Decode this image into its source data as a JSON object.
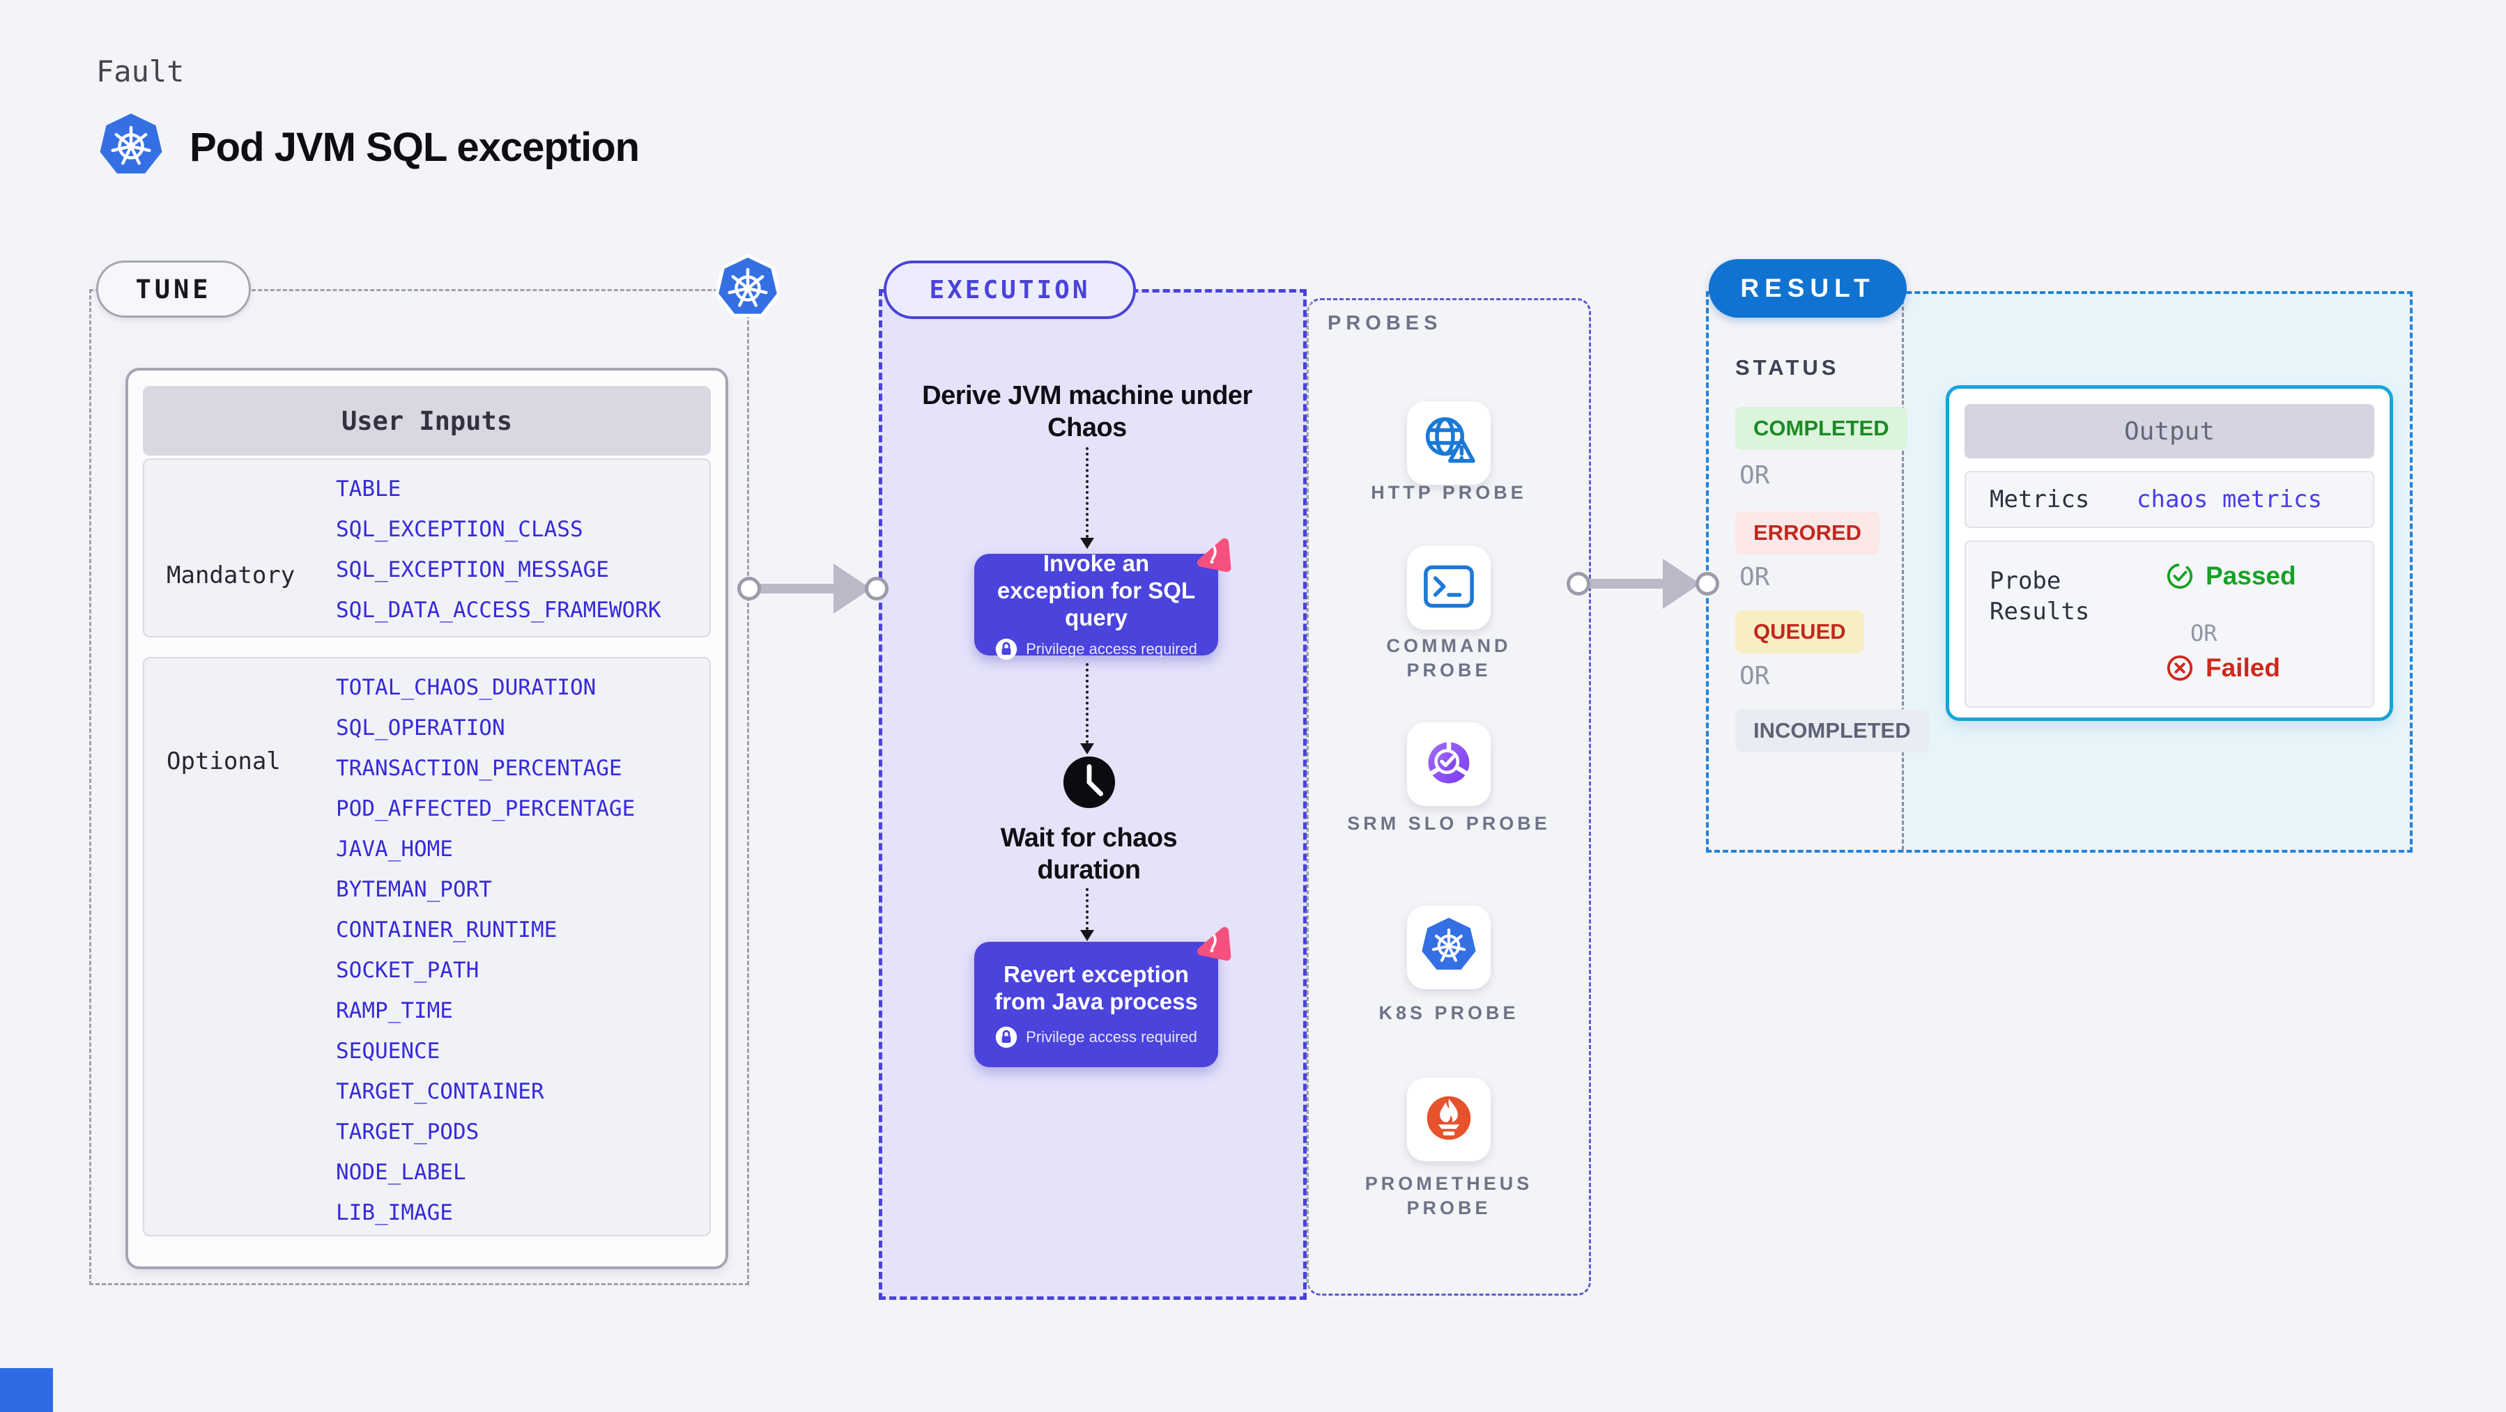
{
  "header": {
    "eyebrow": "Fault",
    "title": "Pod JVM SQL exception"
  },
  "tune": {
    "pill": "TUNE",
    "table": {
      "header": "User Inputs",
      "sections": [
        {
          "label": "Mandatory",
          "items": [
            "TABLE",
            "SQL_EXCEPTION_CLASS",
            "SQL_EXCEPTION_MESSAGE",
            "SQL_DATA_ACCESS_FRAMEWORK"
          ]
        },
        {
          "label": "Optional",
          "items": [
            "TOTAL_CHAOS_DURATION",
            "SQL_OPERATION",
            "TRANSACTION_PERCENTAGE",
            "POD_AFFECTED_PERCENTAGE",
            "JAVA_HOME",
            "BYTEMAN_PORT",
            "CONTAINER_RUNTIME",
            "SOCKET_PATH",
            "RAMP_TIME",
            "SEQUENCE",
            "TARGET_CONTAINER",
            "TARGET_PODS",
            "NODE_LABEL",
            "LIB_IMAGE"
          ]
        }
      ]
    }
  },
  "execution": {
    "pill": "EXECUTION",
    "step1": "Derive JVM machine under Chaos",
    "invoke": {
      "title": "Invoke an exception for SQL query",
      "note": "Privilege access required"
    },
    "wait": "Wait for chaos duration",
    "revert": {
      "title": "Revert exception from Java process",
      "note": "Privilege access required"
    }
  },
  "probes": {
    "label": "PROBES",
    "items": [
      {
        "label": "HTTP PROBE",
        "icon": "globe-warning-icon"
      },
      {
        "label": "COMMAND PROBE",
        "icon": "terminal-icon"
      },
      {
        "label": "SRM SLO PROBE",
        "icon": "slo-donut-check-icon"
      },
      {
        "label": "K8S PROBE",
        "icon": "kubernetes-icon"
      },
      {
        "label": "PROMETHEUS PROBE",
        "icon": "prometheus-flame-icon"
      }
    ]
  },
  "result": {
    "pill": "RESULT",
    "status_label": "STATUS",
    "or": "OR",
    "badges": [
      {
        "label": "COMPLETED",
        "type": "success"
      },
      {
        "label": "ERRORED",
        "type": "error"
      },
      {
        "label": "QUEUED",
        "type": "queued"
      },
      {
        "label": "INCOMPLETED",
        "type": "incomplete"
      }
    ],
    "output": {
      "header": "Output",
      "metrics_label": "Metrics",
      "metrics_value": "chaos metrics",
      "probe_label": "Probe Results",
      "passed": "Passed",
      "or": "OR",
      "failed": "Failed"
    }
  },
  "icons": [
    "kubernetes-icon",
    "clock-icon",
    "lock-icon",
    "chaos-pink-badge-icon",
    "globe-warning-icon",
    "terminal-icon",
    "slo-donut-check-icon",
    "prometheus-flame-icon",
    "check-circle-icon",
    "x-circle-icon",
    "arrow-right-icon"
  ],
  "colors": {
    "page-bg": "#f3f4f8",
    "indigo": "#4a43d8",
    "indigo-bg": "#e5e3fa",
    "code-blue": "#372ad9",
    "pink": "#f5517f",
    "result-blue": "#1173d1",
    "cyan-border": "#15a5db",
    "cyan-bg": "#e7f5fb",
    "green-text": "#1b8a24",
    "red-text": "#c2281e",
    "pass-green": "#19a026",
    "fail-red": "#cf281c",
    "k8s-blue": "#3470e4",
    "prom-orange": "#e6522c"
  }
}
